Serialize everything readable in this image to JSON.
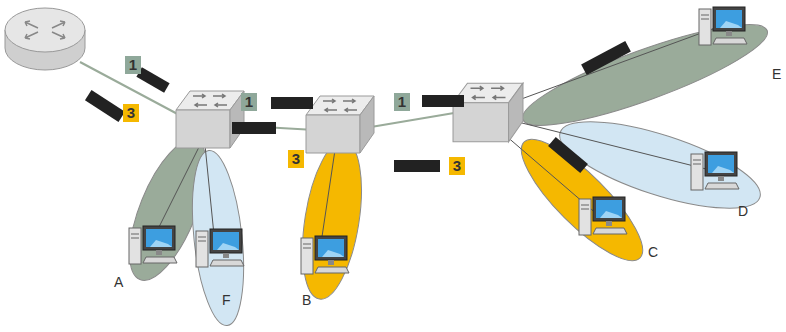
{
  "diagram": {
    "nodes": [
      {
        "text": [
          "A"
        ]
      },
      {
        "text": [
          "F"
        ]
      },
      {
        "text": [
          "B"
        ]
      },
      {
        "text": [
          "C"
        ]
      },
      {
        "text": [
          "D"
        ]
      },
      {
        "text": [
          "E"
        ]
      }
    ],
    "labels": [
      "1",
      "3",
      "1",
      "3",
      "1",
      "3"
    ]
  }
}
